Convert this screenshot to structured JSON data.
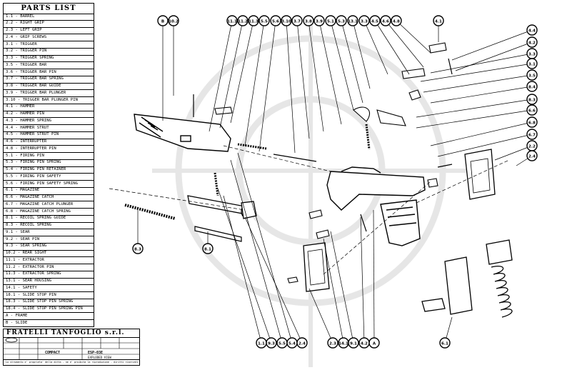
{
  "parts_list": {
    "title": "PARTS LIST",
    "items": [
      "1.1 - BARREL",
      "2.2 - RIGHT GRIP",
      "2.3 - LEFT GRIP",
      "2.4 - GRIP SCREWS",
      "3.1 - TRIGGER",
      "3.2 - TRIGGER PIN",
      "3.3 - TRIGGER SPRING",
      "3.5 - TRIGGER BAR",
      "3.6 - TRIGGER BAR PIN",
      "3.7 - TRIGGER BAR SPRING",
      "3.8 - TRIGGER BAR GUIDE",
      "3.9 - TRIGGER BAR PLUNGER",
      "3.10 - TRIGGER BAR PLUNGER PIN",
      "4.1 - HAMMER",
      "4.2 - HAMMER PIN",
      "4.3 - HAMMER SPRING",
      "4.4 - HAMMER STRUT",
      "4.5 - HAMMER STRUT PIN",
      "4.6 - INTERRUPTER",
      "4.8 - INTERRUPTER PIN",
      "5.1 - FIRING PIN",
      "5.3 - FIRING PIN SPRING",
      "5.4 - FIRING PIN RETAINER",
      "5.5 - FIRING PIN SAFETY",
      "5.6 - FIRING PIN SAFETY SPRING",
      "6.1 - MAGAZINE",
      "6.6 - MAGAZINE CATCH",
      "6.7 - MAGAZINE CATCH PLUNGER",
      "6.8 - MAGAZINE CATCH SPRING",
      "8.1 - RECOIL SPRING GUIDE",
      "8.3 - RECOIL SPRING",
      "9.1 - SEAR",
      "9.2 - SEAR PIN",
      "9.3 - SEAR SPRING",
      "10.2 - REAR SIGHT",
      "11.1 - EXTRACTOR",
      "11.2 - EXTRACTOR PIN",
      "11.3 - EXTRACTOR SPRING",
      "13.1 - SEAR HOUSING",
      "14.1 - SAFETY",
      "18.1 - SLIDE STOP PIN",
      "18.3 - SLIDE STOP PIN SPRING",
      "18.4 - SLIDE STOP PIN SPRING PIN",
      "A - FRAME",
      "B - SLIDE"
    ]
  },
  "title_block": {
    "company": "FRATELLI TANFOGLIO s.r.l.",
    "model": "COMPACT",
    "code": "ESP-03E",
    "description": "EXPLODED VIEW",
    "note": "Lo strumento e' proprieta' della ditta - ne e' proibita la riproduzione - diritti riservati"
  },
  "callouts": {
    "top": [
      "B",
      "10.2",
      "11.1",
      "11.2",
      "11.3",
      "5.5",
      "5.6",
      "3.10",
      "3.7",
      "3.8",
      "3.9",
      "5.1",
      "5.3",
      "13.1",
      "3.3",
      "4.5",
      "4.6",
      "4.8",
      "4.1"
    ],
    "right": [
      "4.4",
      "4.2",
      "3.3",
      "3.1",
      "3.5",
      "8.4",
      "8.3",
      "6.6",
      "6.8",
      "6.7",
      "2.2",
      "2.4"
    ],
    "bottom": [
      "1.1",
      "9.3",
      "5.5",
      "5.4",
      "2.4",
      "2.3",
      "14.1",
      "9.1",
      "4.2",
      "A",
      "6.1"
    ],
    "left": [
      "8.3",
      "8.1"
    ]
  }
}
